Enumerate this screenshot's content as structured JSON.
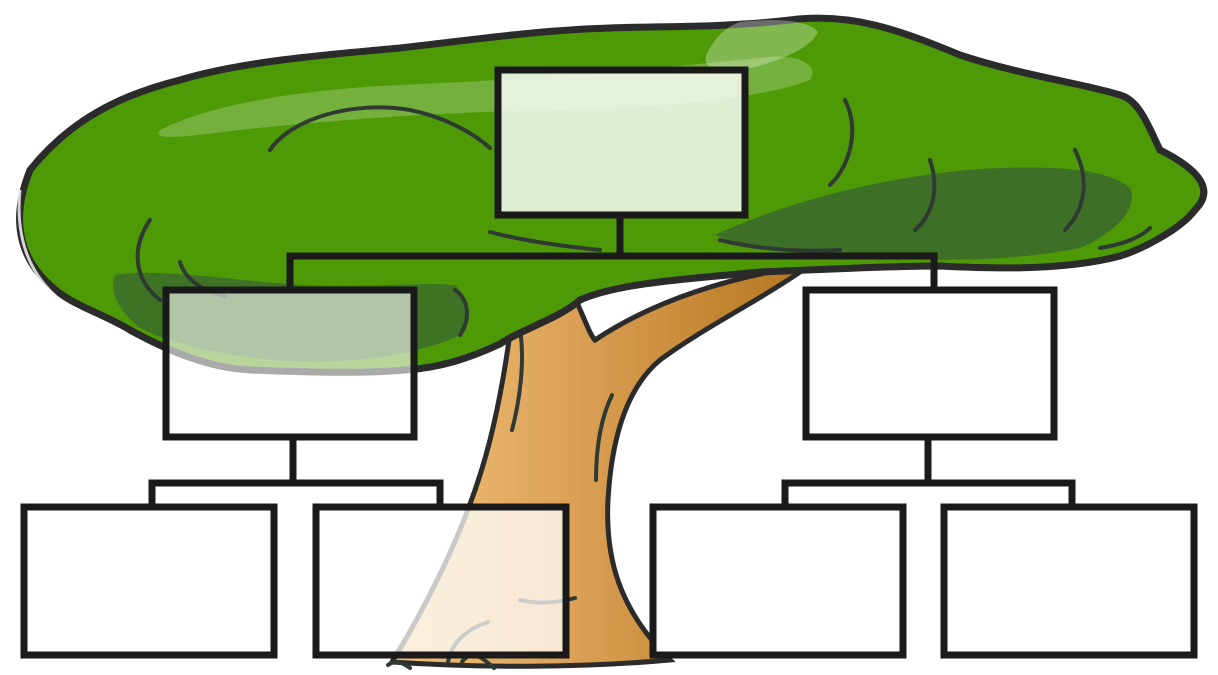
{
  "diagram": {
    "kind": "family-tree-template",
    "colors": {
      "foliage": "#4e9a06",
      "foliage_shadow": "#3c6b2a",
      "outline": "#2b2b2b",
      "trunk_light": "#e8b269",
      "trunk_dark": "#b87a24",
      "box_stroke": "#1a1a1a",
      "box_fill": "#ffffff"
    },
    "boxes": [
      {
        "id": "root",
        "level": 0
      },
      {
        "id": "left-parent",
        "level": 1
      },
      {
        "id": "right-parent",
        "level": 1
      },
      {
        "id": "left-child-1",
        "level": 2
      },
      {
        "id": "left-child-2",
        "level": 2
      },
      {
        "id": "right-child-1",
        "level": 2
      },
      {
        "id": "right-child-2",
        "level": 2
      }
    ]
  }
}
